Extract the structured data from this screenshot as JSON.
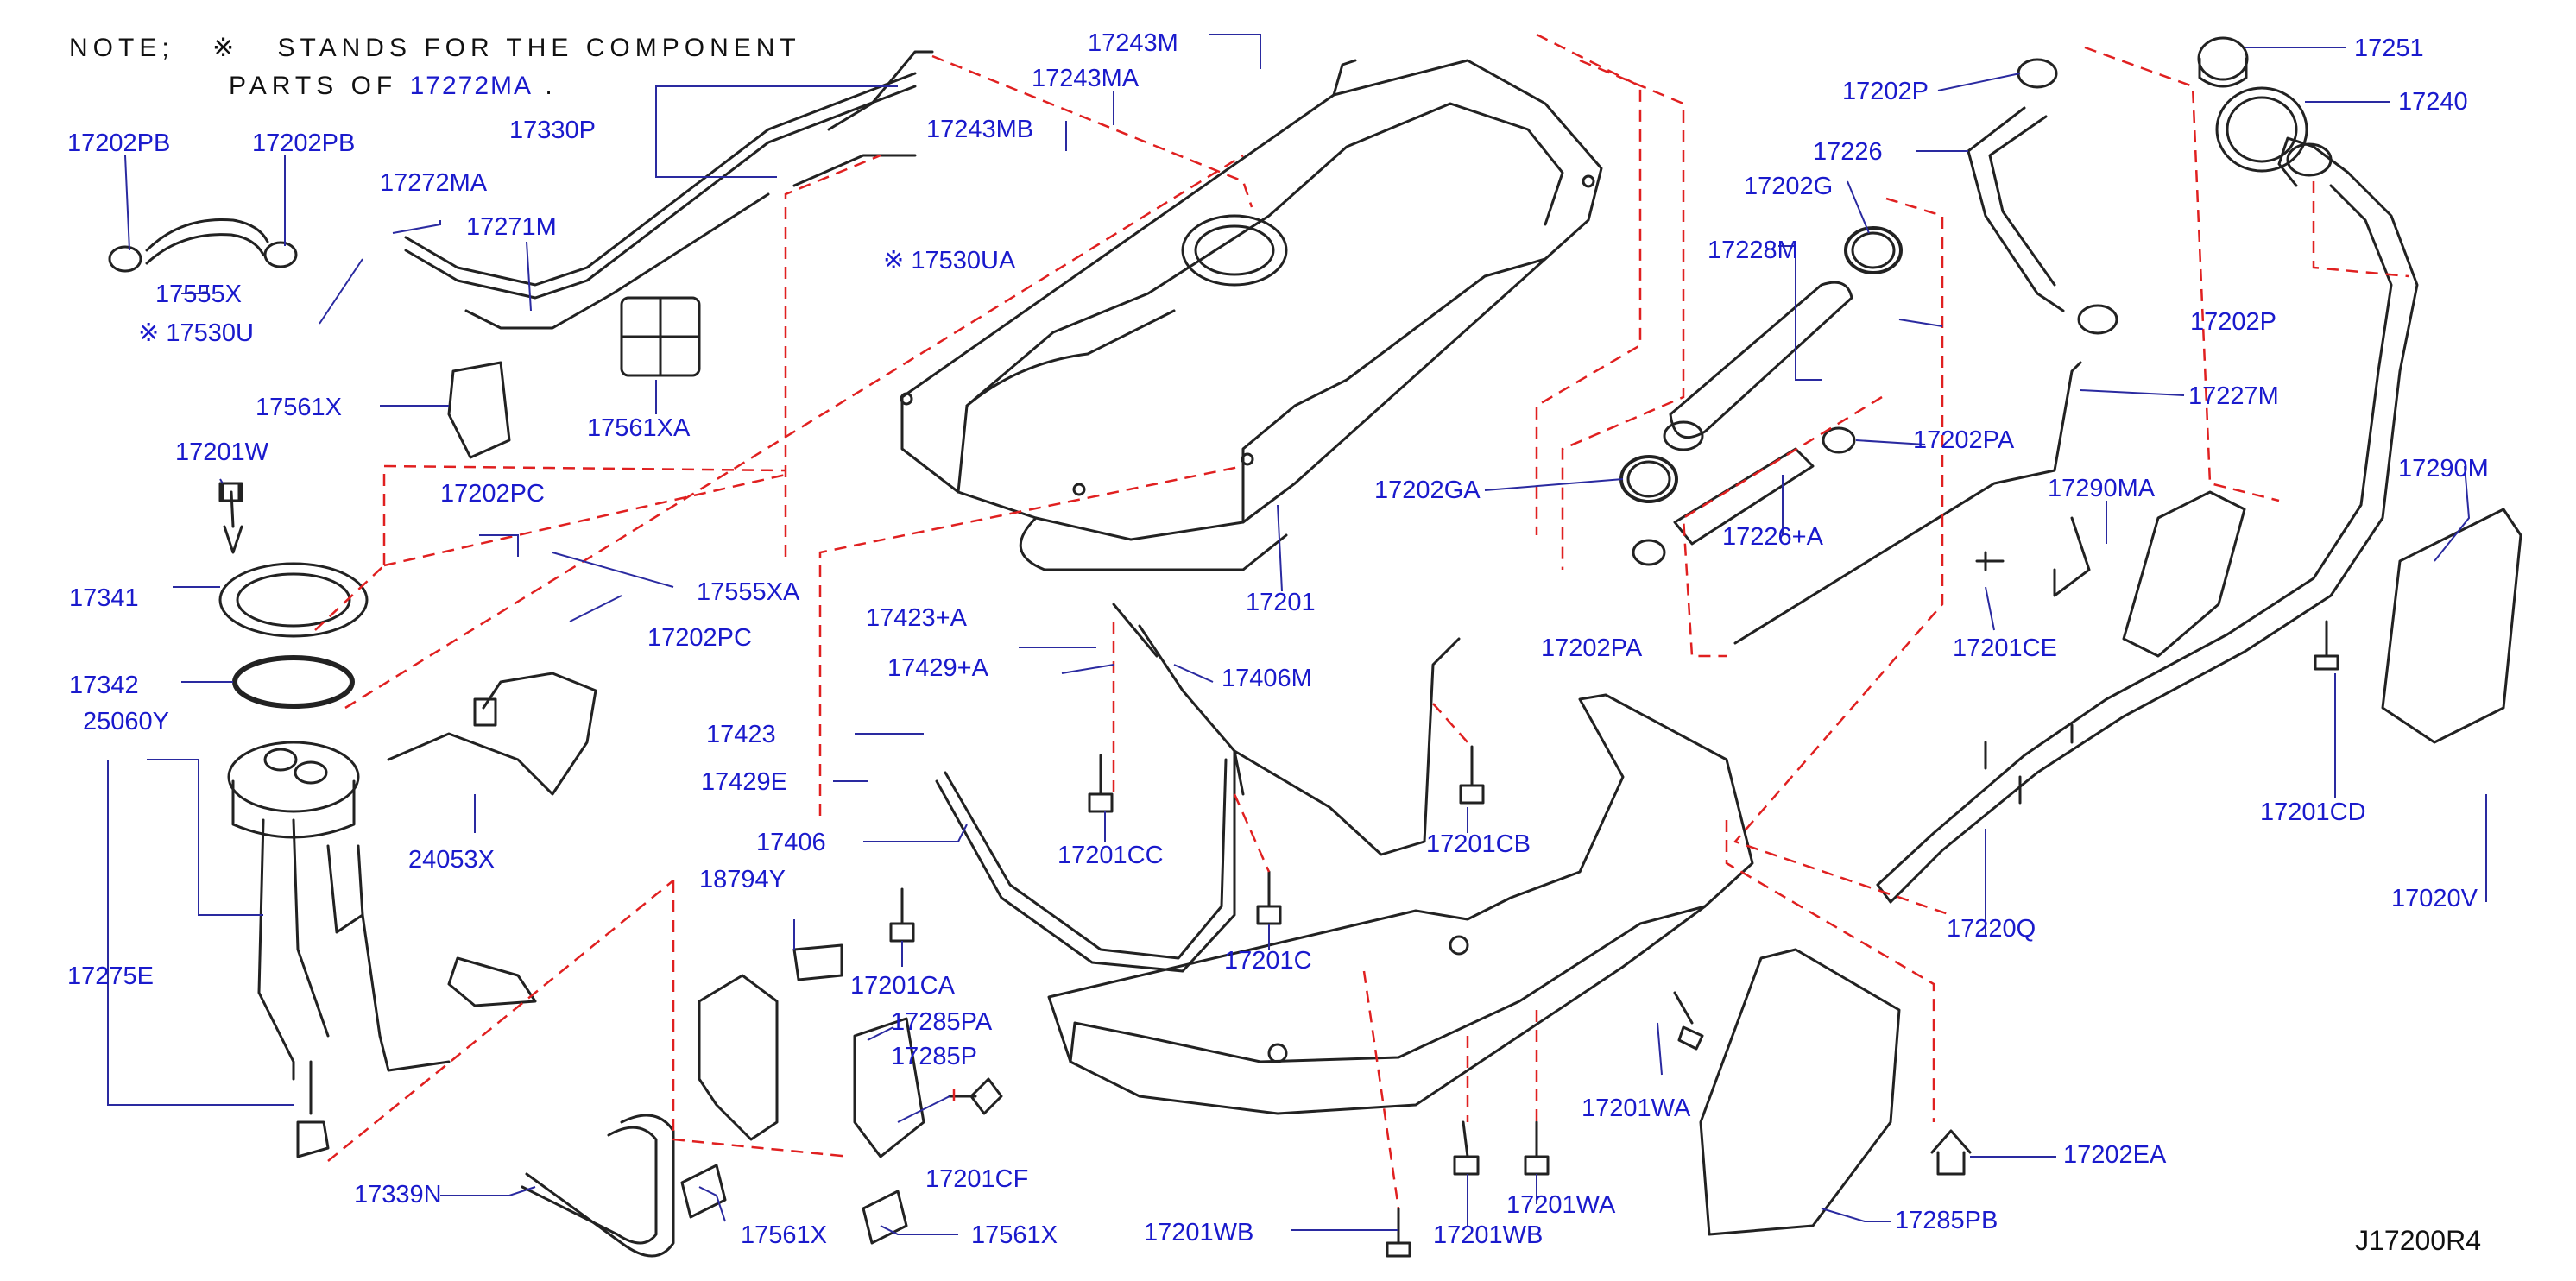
{
  "note": {
    "prefix": "NOTE;",
    "mark": "※",
    "line1": "STANDS FOR THE COMPONENT",
    "line2_prefix": "PARTS OF",
    "line2_part": "17272MA",
    "line2_suffix": "."
  },
  "diagram_code": "J17200R4",
  "colors": {
    "label": "#1a1acc",
    "line": "#222222",
    "dash": "#e02020",
    "leader": "#2a2aa0"
  },
  "labels": [
    {
      "id": "l01",
      "text": "17202PB"
    },
    {
      "id": "l02",
      "text": "17202PB"
    },
    {
      "id": "l03",
      "text": "17272MA"
    },
    {
      "id": "l04",
      "text": "17271M"
    },
    {
      "id": "l05",
      "text": "17330P"
    },
    {
      "id": "l06",
      "text": "17555X"
    },
    {
      "id": "l07",
      "text": "※ 17530U"
    },
    {
      "id": "l08",
      "text": "17243MB"
    },
    {
      "id": "l09",
      "text": "17243MA"
    },
    {
      "id": "l10",
      "text": "17243M"
    },
    {
      "id": "l11",
      "text": "※ 17530UA"
    },
    {
      "id": "l12",
      "text": "17561X"
    },
    {
      "id": "l13",
      "text": "17561XA"
    },
    {
      "id": "l14",
      "text": "17201W"
    },
    {
      "id": "l15",
      "text": "17202PC"
    },
    {
      "id": "l16",
      "text": "17555XA"
    },
    {
      "id": "l17",
      "text": "17202PC"
    },
    {
      "id": "l18",
      "text": "17341"
    },
    {
      "id": "l19",
      "text": "17342"
    },
    {
      "id": "l20",
      "text": "25060Y"
    },
    {
      "id": "l21",
      "text": "24053X"
    },
    {
      "id": "l22",
      "text": "17275E"
    },
    {
      "id": "l23",
      "text": "17339N"
    },
    {
      "id": "l24",
      "text": "17561X"
    },
    {
      "id": "l25",
      "text": "17561X"
    },
    {
      "id": "l26",
      "text": "18794Y"
    },
    {
      "id": "l27",
      "text": "17201CA"
    },
    {
      "id": "l28",
      "text": "17285PA"
    },
    {
      "id": "l29",
      "text": "17285P"
    },
    {
      "id": "l30",
      "text": "17201CF"
    },
    {
      "id": "l31",
      "text": "17423+A"
    },
    {
      "id": "l32",
      "text": "17429+A"
    },
    {
      "id": "l33",
      "text": "17406M"
    },
    {
      "id": "l34",
      "text": "17423"
    },
    {
      "id": "l35",
      "text": "17429E"
    },
    {
      "id": "l36",
      "text": "17406"
    },
    {
      "id": "l37",
      "text": "17201CC"
    },
    {
      "id": "l38",
      "text": "17201C"
    },
    {
      "id": "l39",
      "text": "17201CB"
    },
    {
      "id": "l40",
      "text": "17201"
    },
    {
      "id": "l41",
      "text": "17201WA"
    },
    {
      "id": "l42",
      "text": "17201WA"
    },
    {
      "id": "l43",
      "text": "17201WB"
    },
    {
      "id": "l44",
      "text": "17201WB"
    },
    {
      "id": "l45",
      "text": "17202P"
    },
    {
      "id": "l46",
      "text": "17226"
    },
    {
      "id": "l47",
      "text": "17202G"
    },
    {
      "id": "l48",
      "text": "17228M"
    },
    {
      "id": "l49",
      "text": "17202GA"
    },
    {
      "id": "l50",
      "text": "17226+A"
    },
    {
      "id": "l51",
      "text": "17202PA"
    },
    {
      "id": "l52",
      "text": "17202PA"
    },
    {
      "id": "l53",
      "text": "17202P"
    },
    {
      "id": "l54",
      "text": "17227M"
    },
    {
      "id": "l55",
      "text": "17290MA"
    },
    {
      "id": "l56",
      "text": "17201CE"
    },
    {
      "id": "l57",
      "text": "17251"
    },
    {
      "id": "l58",
      "text": "17240"
    },
    {
      "id": "l59",
      "text": "17290M"
    },
    {
      "id": "l60",
      "text": "17201CD"
    },
    {
      "id": "l61",
      "text": "17020V"
    },
    {
      "id": "l62",
      "text": "17220Q"
    },
    {
      "id": "l63",
      "text": "17202EA"
    },
    {
      "id": "l64",
      "text": "17285PB"
    }
  ]
}
